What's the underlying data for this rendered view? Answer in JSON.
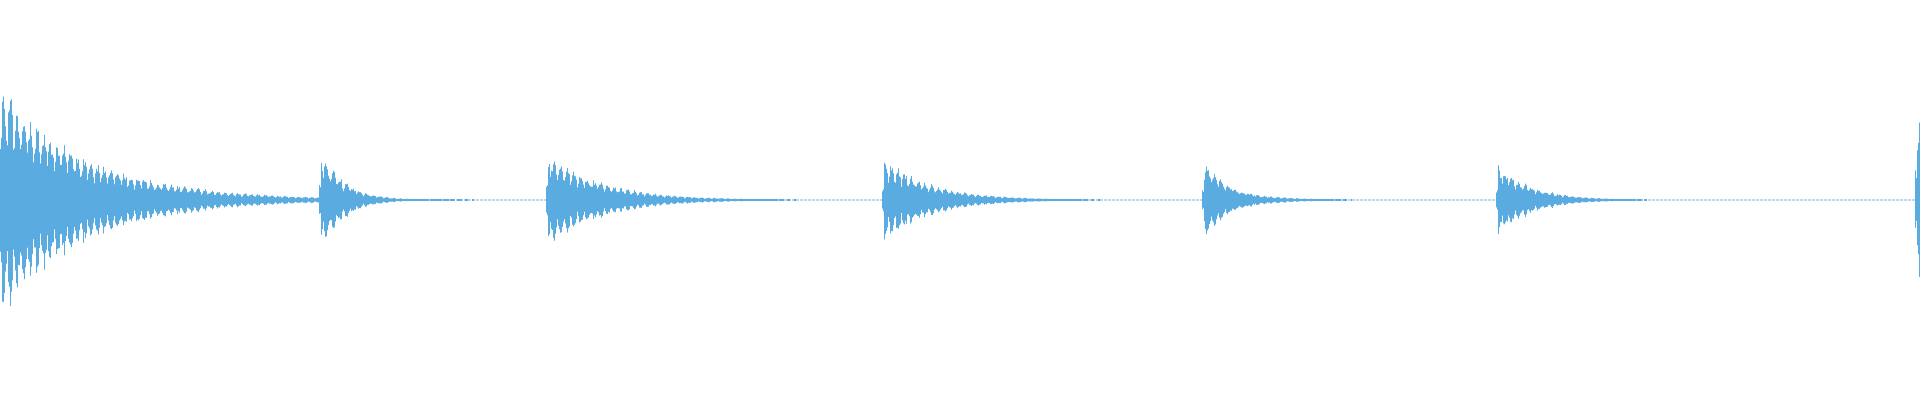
{
  "waveform": {
    "color": "#5aabe0",
    "background": "#ffffff",
    "transients": [
      {
        "time": 0.0,
        "peak": 1.0,
        "decay": 0.045
      },
      {
        "time": 0.167,
        "peak": 0.45,
        "decay": 0.012
      },
      {
        "time": 0.285,
        "peak": 0.42,
        "decay": 0.028
      },
      {
        "time": 0.332,
        "peak": 0.05,
        "decay": 0.005
      },
      {
        "time": 0.46,
        "peak": 0.37,
        "decay": 0.025
      },
      {
        "time": 0.498,
        "peak": 0.04,
        "decay": 0.004
      },
      {
        "time": 0.627,
        "peak": 0.37,
        "decay": 0.012
      },
      {
        "time": 0.636,
        "peak": 0.12,
        "decay": 0.02
      },
      {
        "time": 0.669,
        "peak": 0.03,
        "decay": 0.004
      },
      {
        "time": 0.78,
        "peak": 0.32,
        "decay": 0.018
      },
      {
        "time": 0.998,
        "peak": 0.94,
        "decay": 0.006
      }
    ]
  }
}
